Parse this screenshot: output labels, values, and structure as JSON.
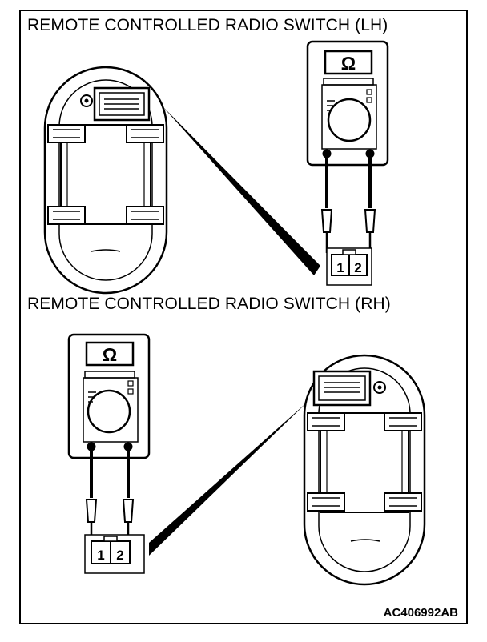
{
  "panels": {
    "lh": {
      "title": "REMOTE CONTROLLED RADIO SWITCH (LH)",
      "meter_unit": "Ω",
      "terminals": [
        "1",
        "2"
      ]
    },
    "rh": {
      "title": "REMOTE CONTROLLED RADIO SWITCH (RH)",
      "meter_unit": "Ω",
      "terminals": [
        "1",
        "2"
      ]
    }
  },
  "figure_code": "AC406992AB",
  "colors": {
    "ink": "#000000",
    "paper": "#ffffff"
  },
  "icons": {
    "meter": "ohmmeter-icon",
    "switch": "radio-switch-icon",
    "connector": "connector-icon"
  }
}
